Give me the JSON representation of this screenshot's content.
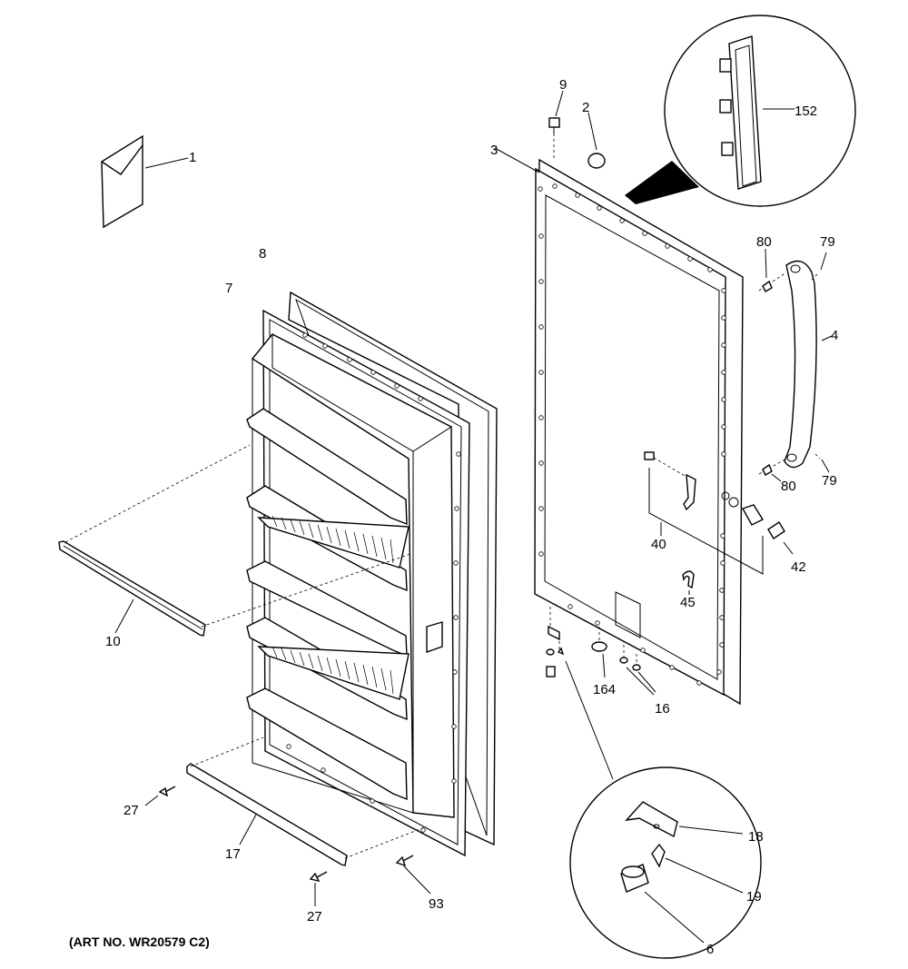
{
  "caption": "(ART NO. WR20579 C2)",
  "callouts": {
    "c1": "1",
    "c2": "2",
    "c3": "3",
    "c4": "4",
    "c6": "6",
    "c7": "7",
    "c8": "8",
    "c9": "9",
    "c10": "10",
    "c16": "16",
    "c17": "17",
    "c18": "18",
    "c19": "19",
    "c27a": "27",
    "c27b": "27",
    "c40": "40",
    "c42": "42",
    "c45": "45",
    "c79a": "79",
    "c79b": "79",
    "c80a": "80",
    "c80b": "80",
    "c93": "93",
    "c152": "152",
    "c164": "164"
  }
}
